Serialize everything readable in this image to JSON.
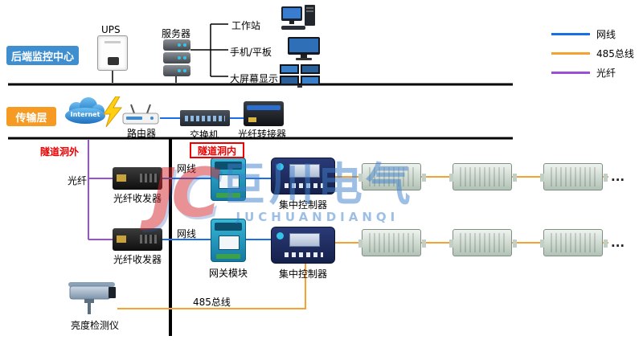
{
  "colors": {
    "backbone": "#000000",
    "network_cable": "#1a6ee8",
    "bus_485": "#f5a233",
    "fiber": "#9b4fd8",
    "backend_tag_bg": "#3e8ed0",
    "transport_tag_bg": "#f59a23",
    "tunnel_text": "#ee0000",
    "watermark_blue": "#3f80cc",
    "watermark_red": "#d42830"
  },
  "legend": {
    "items": [
      {
        "label": "网线",
        "color": "#1a6ee8"
      },
      {
        "label": "485总线",
        "color": "#f5a233"
      },
      {
        "label": "光纤",
        "color": "#9b4fd8"
      }
    ]
  },
  "backend": {
    "title": "后端监控中心",
    "ups_label": "UPS",
    "server_label": "服务器",
    "branches": [
      {
        "label": "工作站"
      },
      {
        "label": "手机/平板"
      },
      {
        "label": "大屏幕显示"
      }
    ]
  },
  "transport": {
    "title": "传输层",
    "internet_label": "Internet",
    "router_label": "路由器",
    "switch_label": "交换机",
    "fiber_adapter_label": "光纤转接器"
  },
  "tunnel": {
    "outside_label": "隧道洞外",
    "inside_label": "隧道洞内",
    "fiber_label": "光纤",
    "rows": [
      {
        "transceiver_label": "光纤收发器",
        "cable_label": "网线",
        "controller_label": "集中控制器",
        "ellipsis": "..."
      },
      {
        "transceiver_label": "光纤收发器",
        "cable_label": "网线",
        "gateway_label": "网关模块",
        "controller_label": "集中控制器",
        "ellipsis": "..."
      }
    ],
    "bus_label": "485总线",
    "camera_label": "亮度检测仪"
  },
  "watermark": {
    "logo": "JC",
    "text": "巨川电气",
    "subtext": "JUCHUANDIANQI"
  }
}
